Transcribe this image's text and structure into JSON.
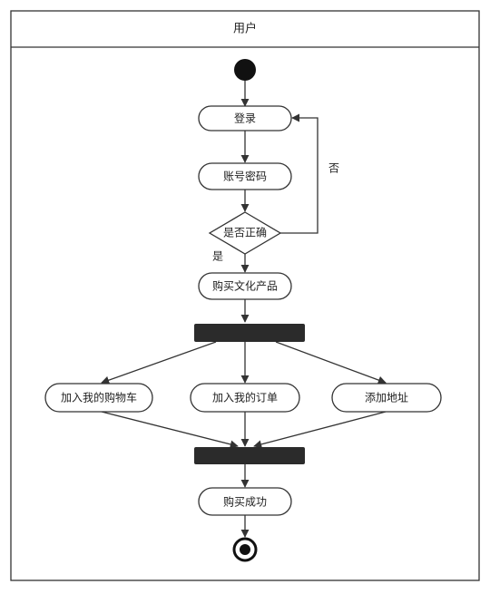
{
  "swimlane": {
    "title": "用户"
  },
  "nodes": {
    "login": "登录",
    "account_password": "账号密码",
    "decision": "是否正确",
    "buy_products": "购买文化产品",
    "add_cart": "加入我的购物车",
    "add_order": "加入我的订单",
    "add_address": "添加地址",
    "purchase_success": "购买成功"
  },
  "guards": {
    "no": "否",
    "yes": "是"
  }
}
